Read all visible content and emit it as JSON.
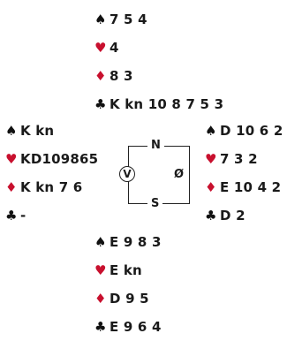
{
  "north": {
    "spades": "7 5 4",
    "hearts": "4",
    "diamonds": "8 3",
    "clubs": "K kn 10 8 7 5 3"
  },
  "west": {
    "spades": "K kn",
    "hearts": "KD109865",
    "diamonds": "K kn 7 6",
    "clubs": "-"
  },
  "east": {
    "spades": "D 10 6 2",
    "hearts": "7 3 2",
    "diamonds": "E 10 4 2",
    "clubs": "D 2"
  },
  "south": {
    "spades": "E 9 8 3",
    "hearts": "E kn",
    "diamonds": "D 9 5",
    "clubs": "E 9 6 4"
  },
  "compass": {
    "n": "N",
    "s": "S",
    "e": "Ø",
    "w": "V"
  },
  "colors": {
    "red_suit": "#c8102e",
    "black_suit": "#111111"
  },
  "icons": {
    "spades": "spade-icon",
    "hearts": "heart-icon",
    "diamonds": "diamond-icon",
    "clubs": "club-icon"
  }
}
